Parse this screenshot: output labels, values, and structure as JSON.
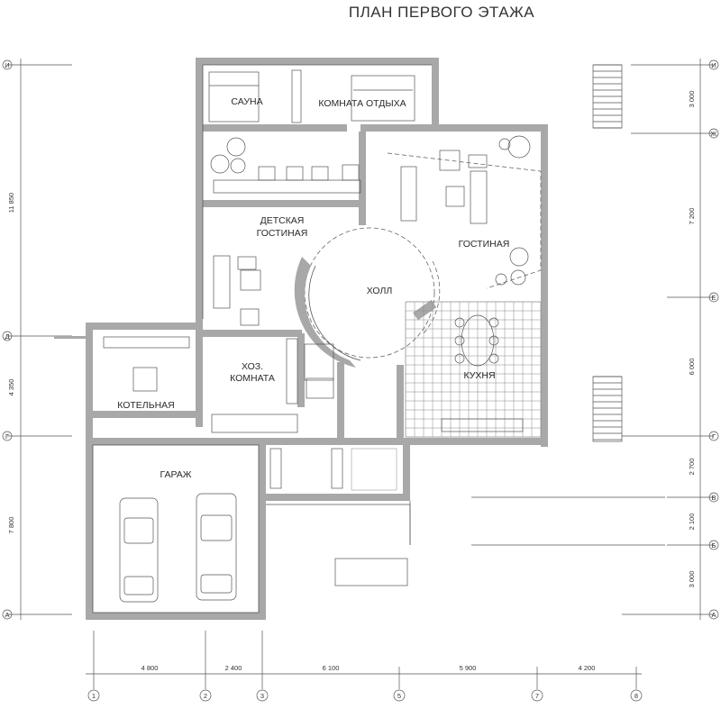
{
  "title": "ПЛАН ПЕРВОГО ЭТАЖА",
  "rooms": {
    "sauna": "САУНА",
    "rest_room": "КОМНАТА ОТДЫХА",
    "kids_living_1": "ДЕТСКАЯ",
    "kids_living_2": "ГОСТИНАЯ",
    "living": "ГОСТИНАЯ",
    "hall": "ХОЛЛ",
    "utility_1": "ХОЗ.",
    "utility_2": "КОМНАТА",
    "boiler": "КОТЕЛЬНАЯ",
    "kitchen": "КУХНЯ",
    "garage": "ГАРАЖ"
  },
  "dims_bottom": [
    "4 800",
    "2 400",
    "6 100",
    "5 900",
    "4 200"
  ],
  "dims_left": [
    "11 850",
    "4 350",
    "7 800"
  ],
  "dims_right": [
    "3 000",
    "7 200",
    "6 000",
    "2 700",
    "2 100",
    "3 000"
  ],
  "axes_bottom": [
    "1",
    "2",
    "3",
    "5",
    "7",
    "8"
  ],
  "axes_side": [
    "И",
    "Ж",
    "Е",
    "Д",
    "Г",
    "В",
    "Б",
    "А"
  ]
}
